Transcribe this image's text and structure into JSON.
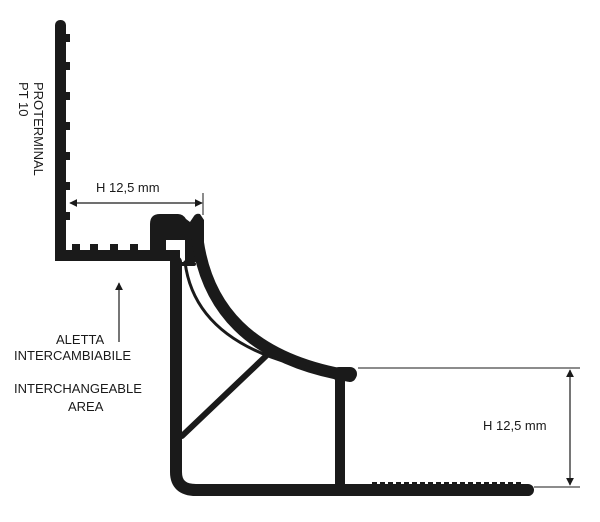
{
  "product": {
    "name": "PROTERMINAL",
    "model": "PT 10"
  },
  "dimensions": {
    "top_width": "H 12,5 mm",
    "side_height": "H 12,5 mm"
  },
  "callouts": {
    "it_line1": "ALETTA",
    "it_line2": "INTERCAMBIABILE",
    "en_line1": "INTERCHANGEABLE",
    "en_line2": "AREA"
  },
  "colors": {
    "profile": "#1a1a1a",
    "background": "#ffffff"
  }
}
